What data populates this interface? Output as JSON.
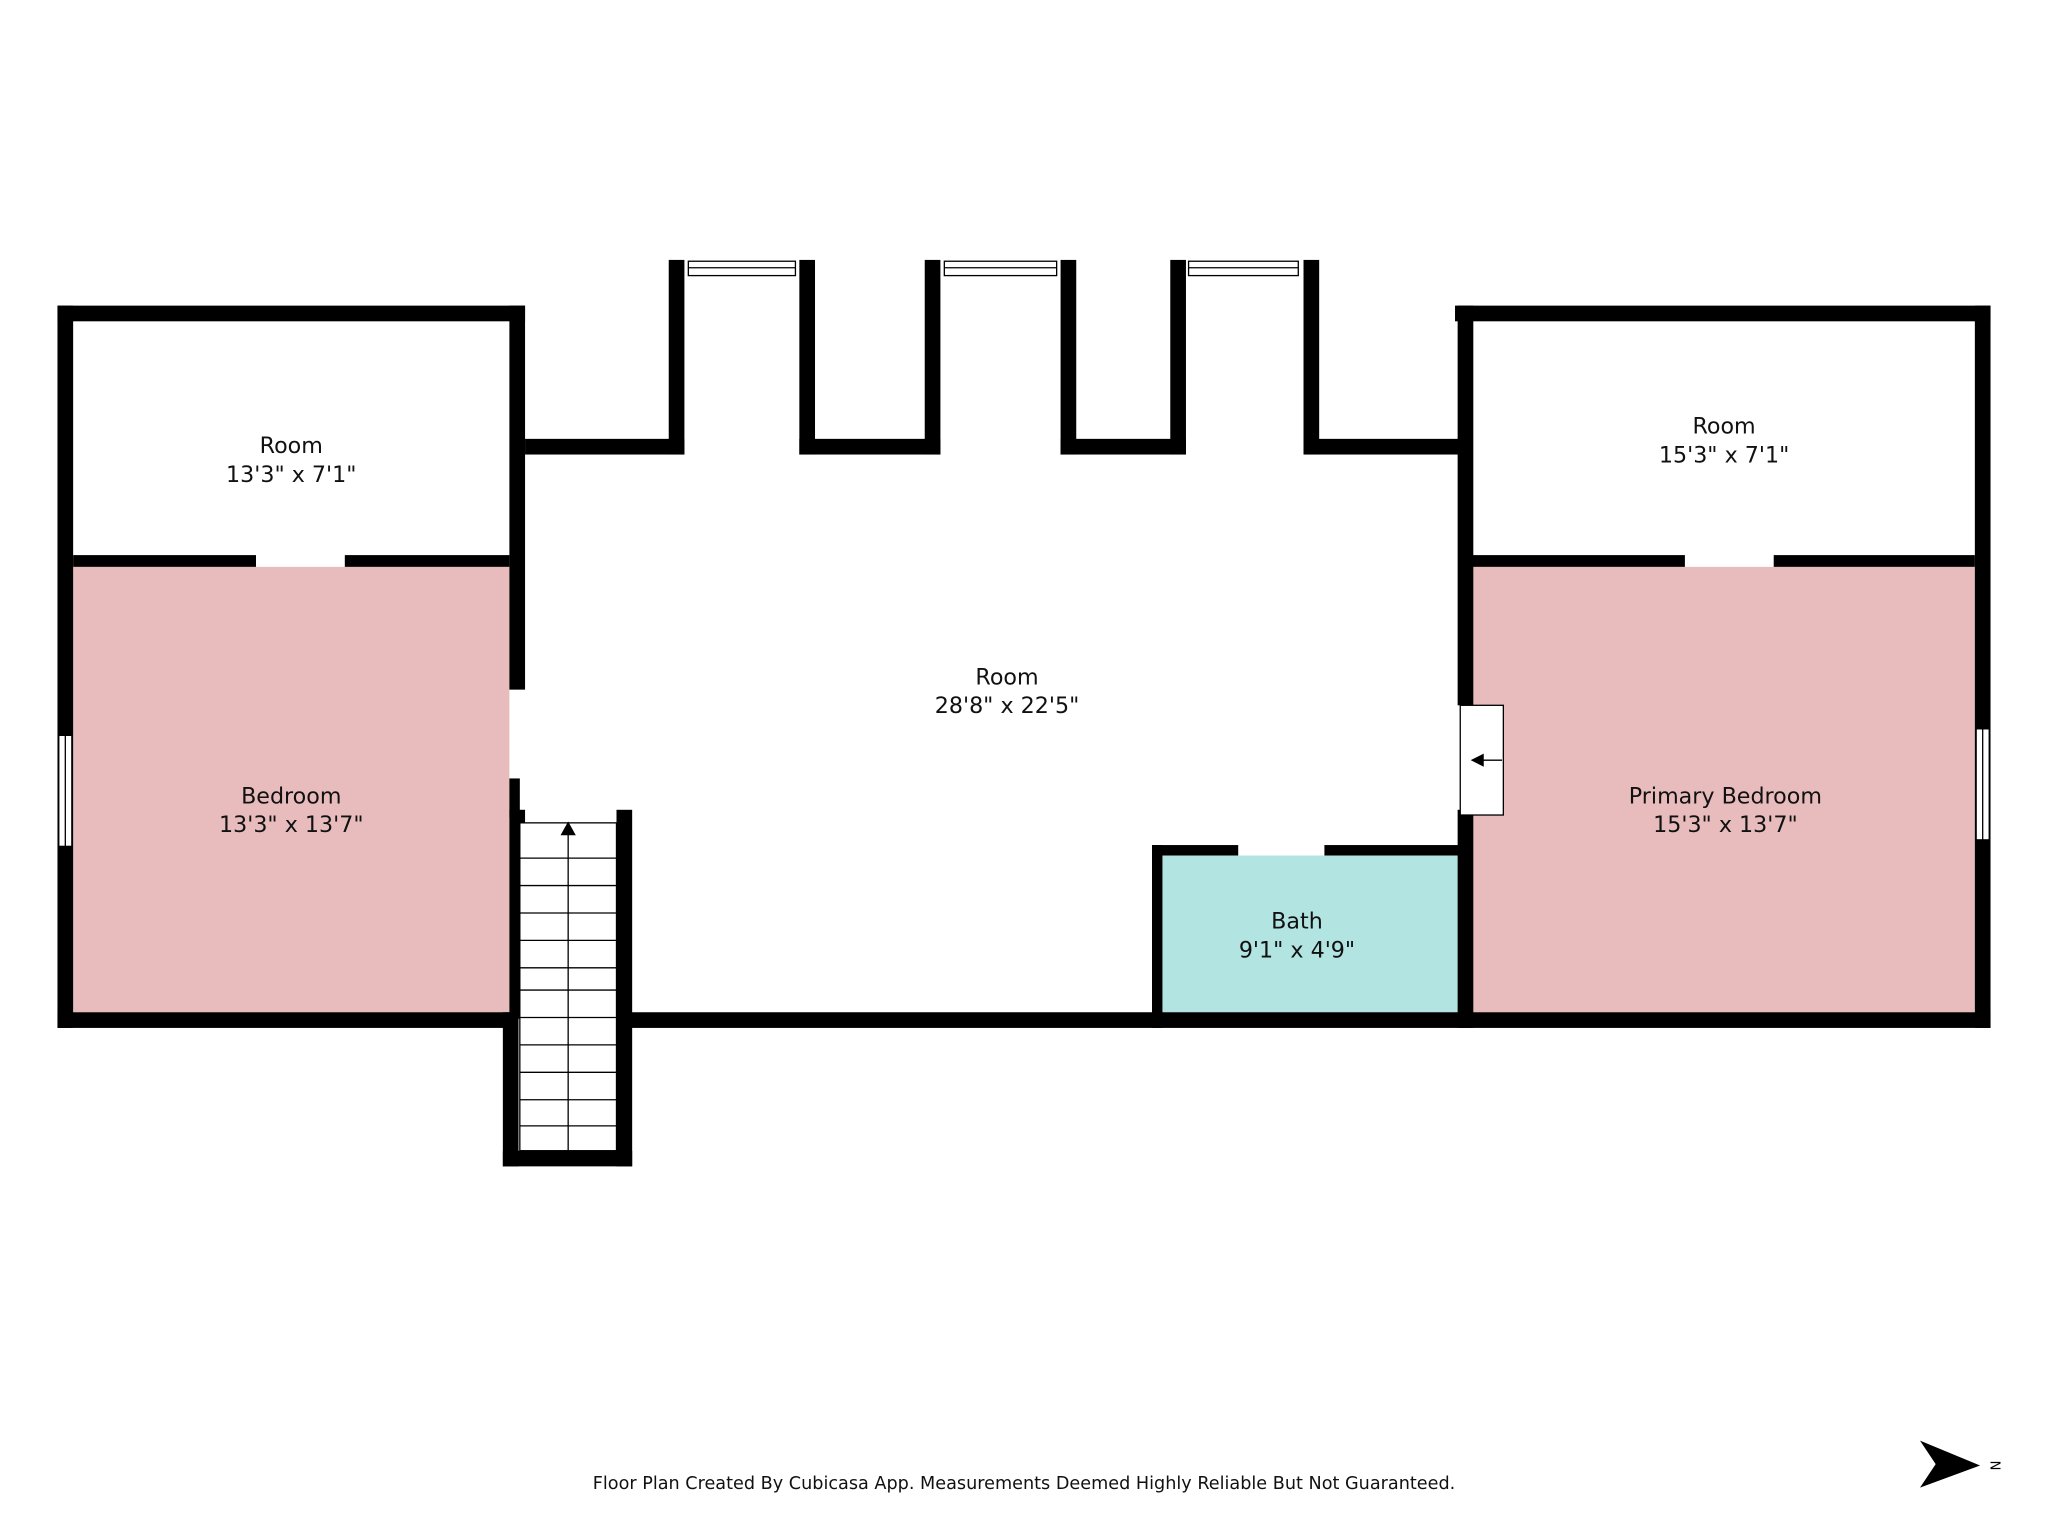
{
  "colors": {
    "bedroom_fill": "#e8bcbc",
    "bath_fill": "#b2e4e1",
    "wall": "#000000"
  },
  "rooms": [
    {
      "name": "Room",
      "size": "13'3\" x 7'1\""
    },
    {
      "name": "Bedroom",
      "size": "13'3\" x 13'7\""
    },
    {
      "name": "Room",
      "size": "28'8\" x 22'5\""
    },
    {
      "name": "Bath",
      "size": "9'1\" x 4'9\""
    },
    {
      "name": "Room",
      "size": "15'3\" x 7'1\""
    },
    {
      "name": "Primary Bedroom",
      "size": "15'3\" x 13'7\""
    }
  ],
  "footer": "Floor Plan Created By Cubicasa App. Measurements Deemed Highly Reliable But Not Guaranteed.",
  "compass": {
    "label": "N",
    "icon": "north-arrow-icon"
  }
}
